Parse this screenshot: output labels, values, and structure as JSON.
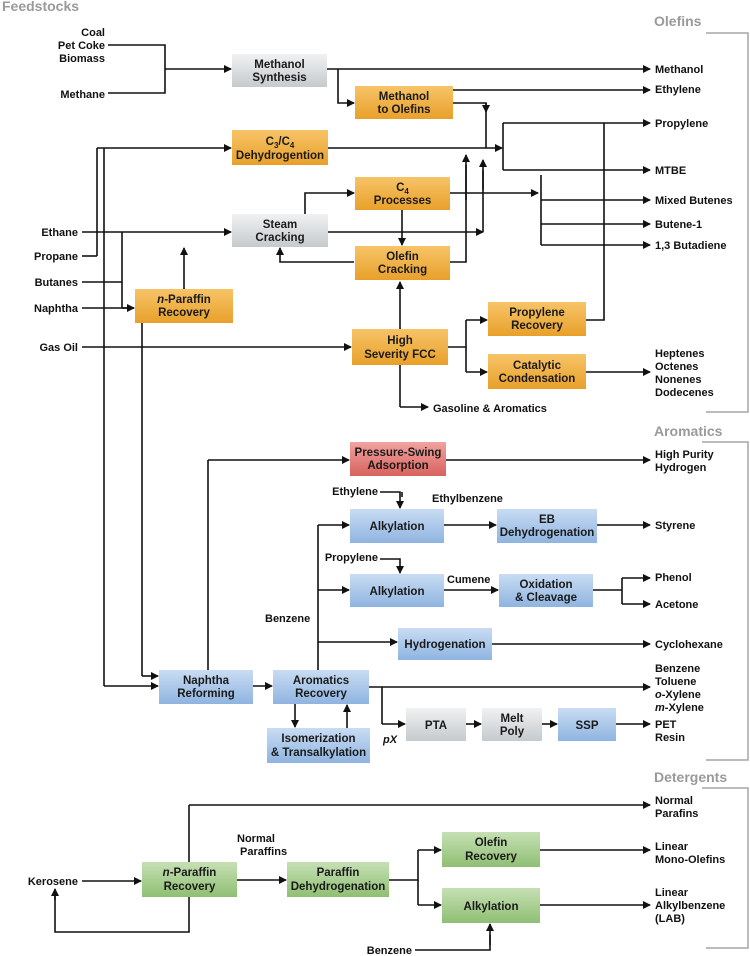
{
  "sections": {
    "feedstocks": "Feedstocks",
    "olefins": "Olefins",
    "aromatics": "Aromatics",
    "detergents": "Detergents"
  },
  "inputs": {
    "coal": "Coal",
    "pet_coke": "Pet Coke",
    "biomass": "Biomass",
    "methane": "Methane",
    "ethane": "Ethane",
    "propane": "Propane",
    "butanes": "Butanes",
    "naphtha": "Naphtha",
    "gas_oil": "Gas Oil",
    "kerosene": "Kerosene",
    "ethylene_in": "Ethylene",
    "propylene_in": "Propylene",
    "benzene_in": "Benzene",
    "benzene_det": "Benzene"
  },
  "processes": {
    "methanol_synthesis": [
      "Methanol",
      "Synthesis"
    ],
    "methanol_to_olefins": [
      "Methanol",
      "to Olefins"
    ],
    "c3c4_dehydro_line2": "Dehydrogention",
    "c4_processes_line2": "Processes",
    "steam_cracking": [
      "Steam",
      "Cracking"
    ],
    "olefin_cracking": [
      "Olefin",
      "Cracking"
    ],
    "n_paraffin_recovery_top_line2": "Recovery",
    "high_severity_fcc": [
      "High",
      "Severity FCC"
    ],
    "propylene_recovery": [
      "Propylene",
      "Recovery"
    ],
    "catalytic_condensation": [
      "Catalytic",
      "Condensation"
    ],
    "pressure_swing": [
      "Pressure-Swing",
      "Adsorption"
    ],
    "alkylation_eb": "Alkylation",
    "eb_dehydro": [
      "EB",
      "Dehydrogenation"
    ],
    "alkylation_cumene": "Alkylation",
    "oxidation": [
      "Oxidation",
      "& Cleavage"
    ],
    "hydrogenation": "Hydrogenation",
    "naphtha_reforming": [
      "Naphtha",
      "Reforming"
    ],
    "aromatics_recovery": [
      "Aromatics",
      "Recovery"
    ],
    "isomerization": [
      "Isomerization",
      "& Transalkylation"
    ],
    "pta": "PTA",
    "melt_poly": [
      "Melt",
      "Poly"
    ],
    "ssp": "SSP",
    "n_paraffin_recovery_det_line2": "Recovery",
    "paraffin_dehydro": [
      "Paraffin",
      "Dehydrogenation"
    ],
    "olefin_recovery": [
      "Olefin",
      "Recovery"
    ],
    "alkylation_det": "Alkylation"
  },
  "labels": {
    "c_letter": "C",
    "sub3": "3",
    "slash": "/",
    "sub4": "4",
    "n_italic": "n",
    "paraffin_suffix": "-Paraffin",
    "gasoline_aromatics": "Gasoline & Aromatics",
    "ethylbenzene": "Ethylbenzene",
    "cumene": "Cumene",
    "benzene_mid": "Benzene",
    "px": "pX",
    "normal_paraffins_mid": [
      "Normal",
      "Paraffins"
    ]
  },
  "outputs": {
    "methanol": "Methanol",
    "ethylene": "Ethylene",
    "propylene": "Propylene",
    "mtbe": "MTBE",
    "mixed_butenes": "Mixed Butenes",
    "butene1": "Butene-1",
    "butadiene": "1,3 Butadiene",
    "heptenes": [
      "Heptenes",
      "Octenes",
      "Nonenes",
      "Dodecenes"
    ],
    "hydrogen": [
      "High Purity",
      "Hydrogen"
    ],
    "styrene": "Styrene",
    "phenol": "Phenol",
    "acetone": "Acetone",
    "cyclohexane": "Cyclohexane",
    "benzene_out": "Benzene",
    "toluene_out": "Toluene",
    "o_letter": "o",
    "m_letter": "m",
    "xylene_suffix": "-Xylene",
    "pet_resin": [
      "PET",
      "Resin"
    ],
    "normal_parafins": [
      "Normal",
      "Parafins"
    ],
    "linear_mono": [
      "Linear",
      "Mono-Olefins"
    ],
    "lab": [
      "Linear",
      "Alkylbenzene",
      "(LAB)"
    ]
  },
  "colors": {
    "orange_top": "#f7c468",
    "orange_bottom": "#e8a02a",
    "gray_top": "#f0f1f2",
    "gray_bottom": "#c6cacd",
    "blue_top": "#c9dcf3",
    "blue_bottom": "#8fb4e0",
    "red_top": "#f1a3a0",
    "red_bottom": "#d8625d",
    "green_top": "#c6e0b4",
    "green_bottom": "#8fbf73",
    "bracket": "#a6a6a6"
  }
}
